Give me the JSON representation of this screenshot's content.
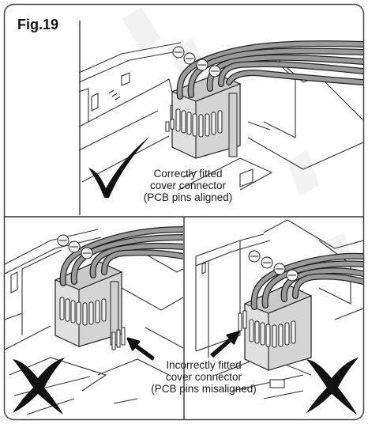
{
  "figure": {
    "title": "Fig.19",
    "watermark": "DEMO",
    "panels": [
      {
        "id": "correct",
        "status": "correct",
        "status_icon": "check-icon",
        "caption": [
          "Correctly fitted",
          "cover connector",
          "(PCB pins aligned)"
        ]
      },
      {
        "id": "incorrect-left",
        "status": "incorrect",
        "status_icon": "cross-icon"
      },
      {
        "id": "incorrect-right",
        "status": "incorrect",
        "status_icon": "cross-icon"
      }
    ],
    "incorrect_caption": [
      "Incorrectly fitted",
      "cover connector",
      "(PCB pins misaligned)"
    ]
  }
}
